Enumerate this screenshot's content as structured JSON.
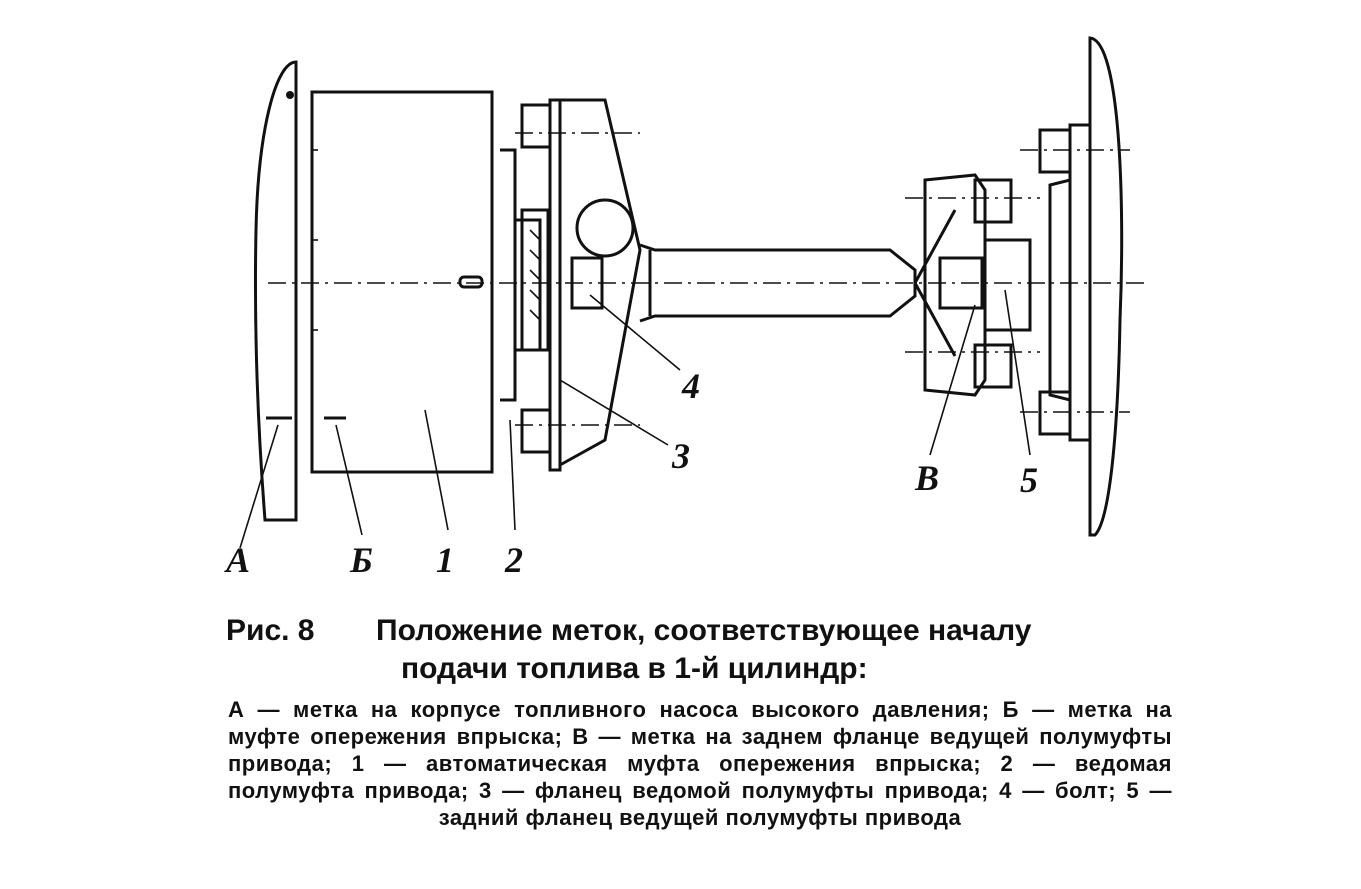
{
  "figure": {
    "labels": {
      "A": "А",
      "B": "Б",
      "one": "1",
      "two": "2",
      "three": "3",
      "four": "4",
      "V": "В",
      "five": "5"
    }
  },
  "caption": {
    "figure_number": "Рис. 8",
    "title_line1": "Положение меток, соответствующее началу",
    "title_line2": "подачи топлива в 1-й цилиндр:",
    "legend": "А — метка на корпусе топливного насоса высокого давления; Б — метка на муфте опережения впрыска; В — метка на заднем фланце ведущей полумуфты привода; 1 — автоматическая муфта опережения впрыска; 2 — ведомая полумуфта привода; 3 — фланец ведомой полумуфты привода; 4 — болт; 5 — задний фланец ведущей полумуфты привода"
  }
}
